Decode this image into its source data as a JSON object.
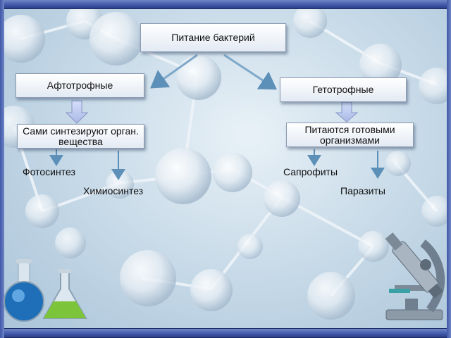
{
  "diagram": {
    "root": "Питание бактерий",
    "left_branch": {
      "title": "Афтотрофные",
      "description": "Сами синтезируют орган. вещества",
      "children": [
        "Фотосинтез",
        "Химиосинтез"
      ]
    },
    "right_branch": {
      "title": "Гетотрофные",
      "description": "Питаются готовыми организмами",
      "children": [
        "Сапрофиты",
        "Паразиты"
      ]
    }
  },
  "colors": {
    "arrow": "#7fa8c9",
    "block_arrow": "#b9c7e8",
    "frame": "#3f57a8"
  }
}
